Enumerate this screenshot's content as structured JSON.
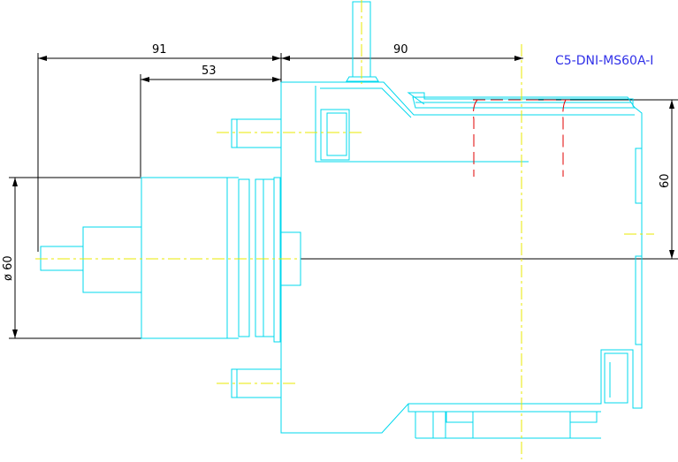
{
  "title": "C5-DNI-MS60A-I",
  "dimensions": {
    "overall_length": "91",
    "motor_length": "53",
    "right_width": "90",
    "right_height": "60",
    "motor_diameter": "ø 60"
  },
  "colors": {
    "outline": "#00d8ee",
    "dimension": "#000000",
    "centerline": "#e8e800",
    "hidden": "#e00000",
    "title": "#3030e8"
  }
}
